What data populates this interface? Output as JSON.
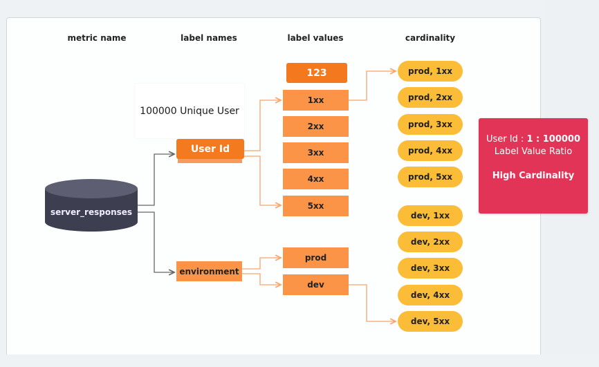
{
  "columns": {
    "metric_name": "metric name",
    "label_names": "label names",
    "label_values": "label values",
    "cardinality": "cardinality"
  },
  "metric": {
    "name": "server_responses"
  },
  "note": {
    "text": "100000 Unique User"
  },
  "labels": {
    "user_id": {
      "name": "User Id",
      "top_value": "123",
      "values": [
        "1xx",
        "2xx",
        "3xx",
        "4xx",
        "5xx"
      ]
    },
    "environment": {
      "name": "environment",
      "values": [
        "prod",
        "dev"
      ]
    }
  },
  "cardinality": {
    "prod": [
      "prod, 1xx",
      "prod, 2xx",
      "prod, 3xx",
      "prod, 4xx",
      "prod, 5xx"
    ],
    "dev": [
      "dev, 1xx",
      "dev, 2xx",
      "dev, 3xx",
      "dev, 4xx",
      "dev, 5xx"
    ]
  },
  "alert": {
    "prefix": "User Id : ",
    "ratio": "1 : 100000",
    "subtitle": "Label Value Ratio",
    "verdict": "High Cardinality"
  },
  "colors": {
    "label_orange": "#f47a20",
    "value_orange": "#fb9447",
    "cardinality_yellow": "#fbbd38",
    "alert_red": "#e23456",
    "database_dark": "#3d3e4f"
  }
}
